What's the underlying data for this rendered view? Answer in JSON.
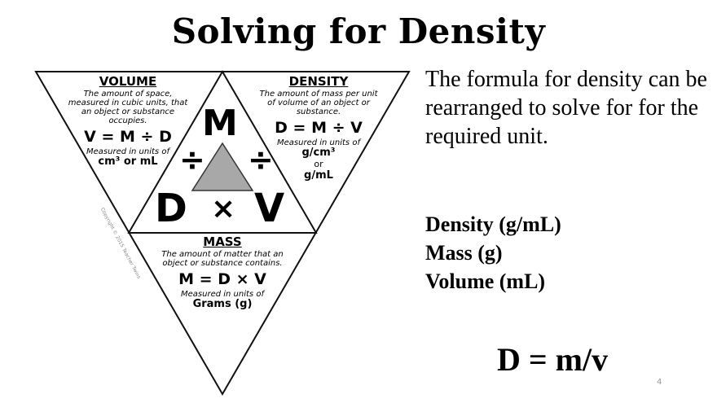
{
  "slide": {
    "title": "Solving for Density",
    "explanation": "The formula for density can be rearranged to solve for for the required unit.",
    "units": [
      "Density (g/mL)",
      "Mass (g)",
      "Volume (mL)"
    ],
    "formula": "D = m/v",
    "page_number": "4"
  },
  "diagram": {
    "volume": {
      "heading": "VOLUME",
      "desc": "The amount of space, measured in cubic units, that an object or substance occupies.",
      "formula": "V = M ÷ D",
      "unit_lead": "Measured in units of",
      "unit_lines": [
        "cm³ or mL"
      ]
    },
    "density": {
      "heading": "DENSITY",
      "desc": "The amount of mass per unit of volume of an object or substance.",
      "formula": "D = M ÷ V",
      "unit_lead": "Measured in units of",
      "unit_lines": [
        "g/cm³",
        "or",
        "g/mL"
      ]
    },
    "mass": {
      "heading": "MASS",
      "desc": "The amount of matter that an object or substance contains.",
      "formula": "M = D × V",
      "unit_lead": "Measured in units of",
      "unit_lines": [
        "Grams (g)"
      ]
    },
    "center": {
      "top": "M",
      "bottom_left": "D",
      "bottom_right": "V",
      "times": "×",
      "divide_left": "÷",
      "divide_right": "÷"
    },
    "copyright": "Copyright © 2015 Teacher Twins"
  },
  "colors": {
    "center_triangle": "#a8a8a8",
    "lines": "#111111"
  }
}
